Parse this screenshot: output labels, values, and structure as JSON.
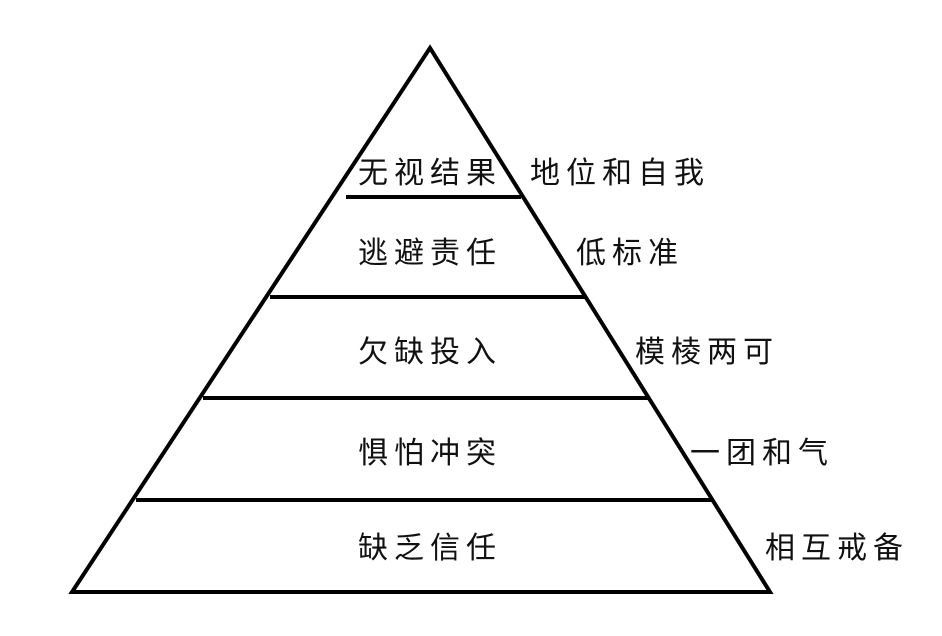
{
  "levels": [
    {
      "name": "无视结果",
      "symptom": "地位和自我"
    },
    {
      "name": "逃避责任",
      "symptom": "低标准"
    },
    {
      "name": "欠缺投入",
      "symptom": "模棱两可"
    },
    {
      "name": "惧怕冲突",
      "symptom": "一团和气"
    },
    {
      "name": "缺乏信任",
      "symptom": "相互戒备"
    }
  ],
  "colors": {
    "stroke": "#000000",
    "background": "#ffffff"
  }
}
